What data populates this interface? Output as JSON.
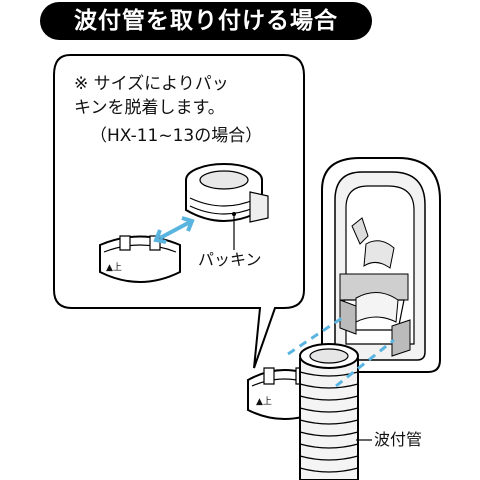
{
  "title": "波付管を取り付ける場合",
  "note": {
    "line1": "※ サイズによりパッ",
    "line2": "キンを脱着します。",
    "line3": "（HX-11~13の場合）"
  },
  "labels": {
    "packing": "パッキン",
    "corrugated_pipe": "波付管"
  },
  "marks": {
    "up_mark": "▲上"
  },
  "colors": {
    "arrow": "#5ab4e0",
    "title_bg": "#000000",
    "title_text": "#ffffff"
  }
}
